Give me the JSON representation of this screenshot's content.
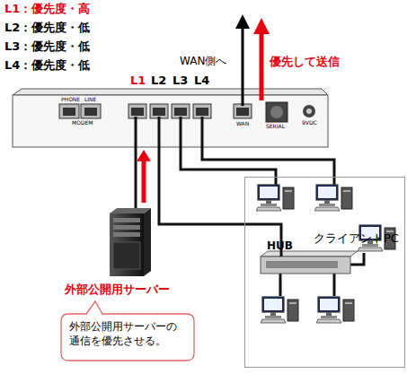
{
  "diagram": {
    "nodes": [
      {
        "text": [
          "PHONE",
          "LINE",
          "MODEM",
          "WAN",
          "SERIAL",
          "9VDC"
        ]
      },
      {
        "text": [
          "外部公開用サーバー"
        ]
      },
      {
        "text": [
          "クライアントPC"
        ]
      },
      {
        "text": [
          "HUB"
        ],
        "in": 2
      },
      {
        "text": [
          "外部公開用サーバーの 通信を優先させる。"
        ]
      }
    ],
    "edges": [
      {
        "from": 1,
        "to": 0,
        "arrow": "to"
      },
      {
        "from": 0,
        "to": 3,
        "arrow": "none"
      }
    ],
    "labels": [
      "L1：優先度・高",
      "L2：優先度・低",
      "L3：優先度・低",
      "L4：優先度・低",
      "L1",
      "L2",
      "L3",
      "L4",
      "WAN側へ",
      "優先して送信"
    ]
  }
}
